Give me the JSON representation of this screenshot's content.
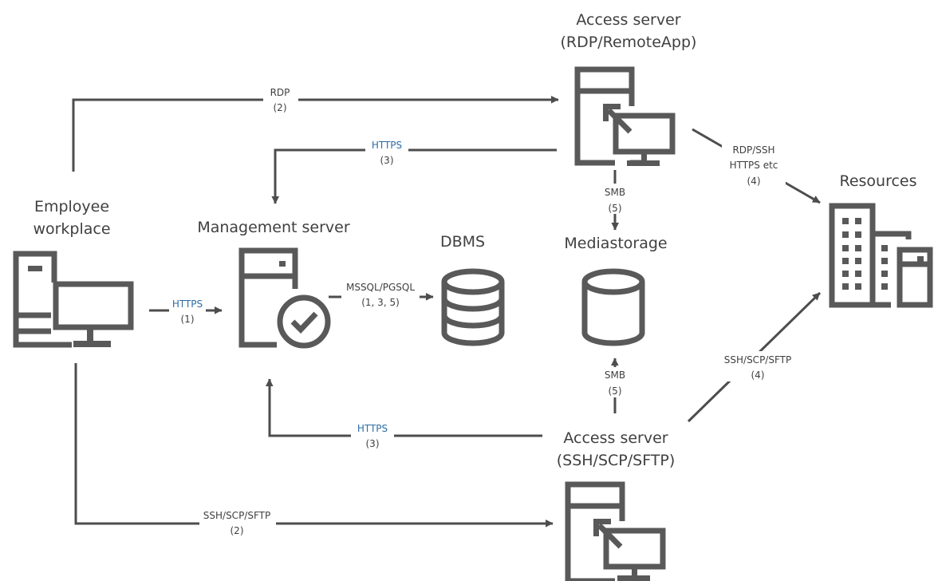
{
  "nodes": {
    "access_rdp": {
      "line1": "Access server",
      "line2": "(RDP/RemoteApp)"
    },
    "access_ssh": {
      "line1": "Access server",
      "line2": "(SSH/SCP/SFTP)"
    },
    "resources": {
      "label": "Resources"
    },
    "workplace": {
      "line1": "Employee",
      "line2": "workplace"
    },
    "management": {
      "label": "Management server"
    },
    "dbms": {
      "label": "DBMS"
    },
    "mediastorage": {
      "label": "Mediastorage"
    }
  },
  "connections": {
    "rdp": {
      "protocol": "RDP",
      "step": "(2)"
    },
    "https_top": {
      "protocol": "HTTPS",
      "step": "(3)"
    },
    "smb_top": {
      "protocol": "SMB",
      "step": "(5)"
    },
    "resources_top": {
      "protocol": "RDP/SSH",
      "protocol2": "HTTPS etc",
      "step": "(4)"
    },
    "https_1": {
      "protocol": "HTTPS",
      "step": "(1)"
    },
    "sql": {
      "protocol": "MSSQL/PGSQL",
      "step": "(1, 3, 5)"
    },
    "smb_bottom": {
      "protocol": "SMB",
      "step": "(5)"
    },
    "https_bottom": {
      "protocol": "HTTPS",
      "step": "(3)"
    },
    "resources_bottom": {
      "protocol": "SSH/SCP/SFTP",
      "step": "(4)"
    },
    "ssh": {
      "protocol": "SSH/SCP/SFTP",
      "step": "(2)"
    }
  },
  "colors": {
    "icon": "#595959",
    "line": "#4d4d4d",
    "https_label": "#2e6da4",
    "text": "#404040"
  }
}
